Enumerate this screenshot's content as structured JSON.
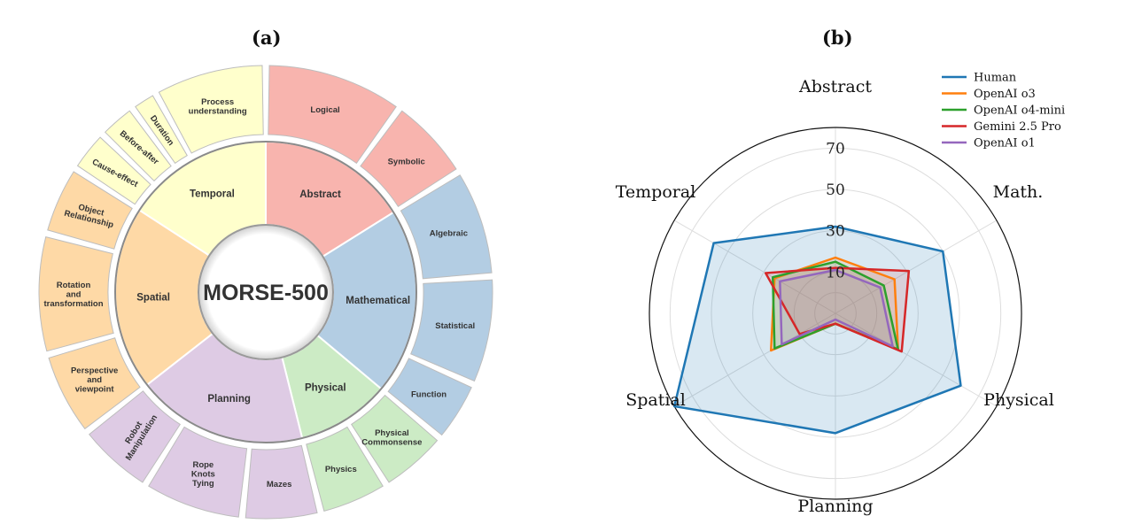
{
  "panels": {
    "a_label": "(a)",
    "b_label": "(b)"
  },
  "wheel": {
    "center_label": "MORSE-500",
    "categories": [
      {
        "name": "Abstract",
        "color": "#f8b4ae",
        "subcategories": [
          {
            "lines": [
              "Logical"
            ]
          },
          {
            "lines": [
              "Symbolic"
            ]
          }
        ]
      },
      {
        "name": "Mathematical",
        "color": "#b3cde3",
        "subcategories": [
          {
            "lines": [
              "Algebraic"
            ]
          },
          {
            "lines": [
              "Statistical"
            ]
          },
          {
            "lines": [
              "Function"
            ]
          }
        ]
      },
      {
        "name": "Physical",
        "color": "#ccebc5",
        "subcategories": [
          {
            "lines": [
              "Physical",
              "Commonsense"
            ]
          },
          {
            "lines": [
              "Physics"
            ]
          }
        ]
      },
      {
        "name": "Planning",
        "color": "#decbe4",
        "subcategories": [
          {
            "lines": [
              "Mazes"
            ]
          },
          {
            "lines": [
              "Rope",
              "Knots",
              "Tying"
            ]
          },
          {
            "lines": [
              "Robot",
              "Manipulation"
            ]
          }
        ]
      },
      {
        "name": "Spatial",
        "color": "#fed9a6",
        "subcategories": [
          {
            "lines": [
              "Perspective",
              "and",
              "viewpoint"
            ]
          },
          {
            "lines": [
              "Rotation",
              "and",
              "transformation"
            ]
          },
          {
            "lines": [
              "Object",
              "Relationship"
            ]
          }
        ]
      },
      {
        "name": "Temporal",
        "color": "#ffffcc",
        "subcategories": [
          {
            "lines": [
              "Cause-effect"
            ]
          },
          {
            "lines": [
              "Before-after"
            ]
          },
          {
            "lines": [
              "Duration"
            ]
          },
          {
            "lines": [
              "Process",
              "understanding"
            ]
          }
        ]
      }
    ]
  },
  "chart_data": {
    "type": "radar",
    "axes": [
      "Abstract",
      "Math.",
      "Physical",
      "Planning",
      "Spatial",
      "Temporal"
    ],
    "rticks": [
      10,
      30,
      50,
      70
    ],
    "rlim": [
      -10,
      80
    ],
    "grid": true,
    "legend_position": "top-right",
    "series": [
      {
        "name": "Human",
        "color": "#1f77b4",
        "values": [
          32,
          50,
          60,
          48,
          80,
          58
        ],
        "fill": true
      },
      {
        "name": "OpenAI o3",
        "color": "#ff7f0e",
        "values": [
          17,
          23,
          25,
          -5,
          26,
          24
        ]
      },
      {
        "name": "OpenAI o4-mini",
        "color": "#2ca02c",
        "values": [
          15,
          17,
          25,
          -5,
          24,
          25
        ]
      },
      {
        "name": "Gemini 2.5 Pro",
        "color": "#d62728",
        "values": [
          12,
          31,
          27,
          -5,
          10,
          29
        ]
      },
      {
        "name": "OpenAI o1",
        "color": "#9467bd",
        "values": [
          11,
          15,
          22,
          -7,
          20,
          21
        ]
      }
    ]
  }
}
